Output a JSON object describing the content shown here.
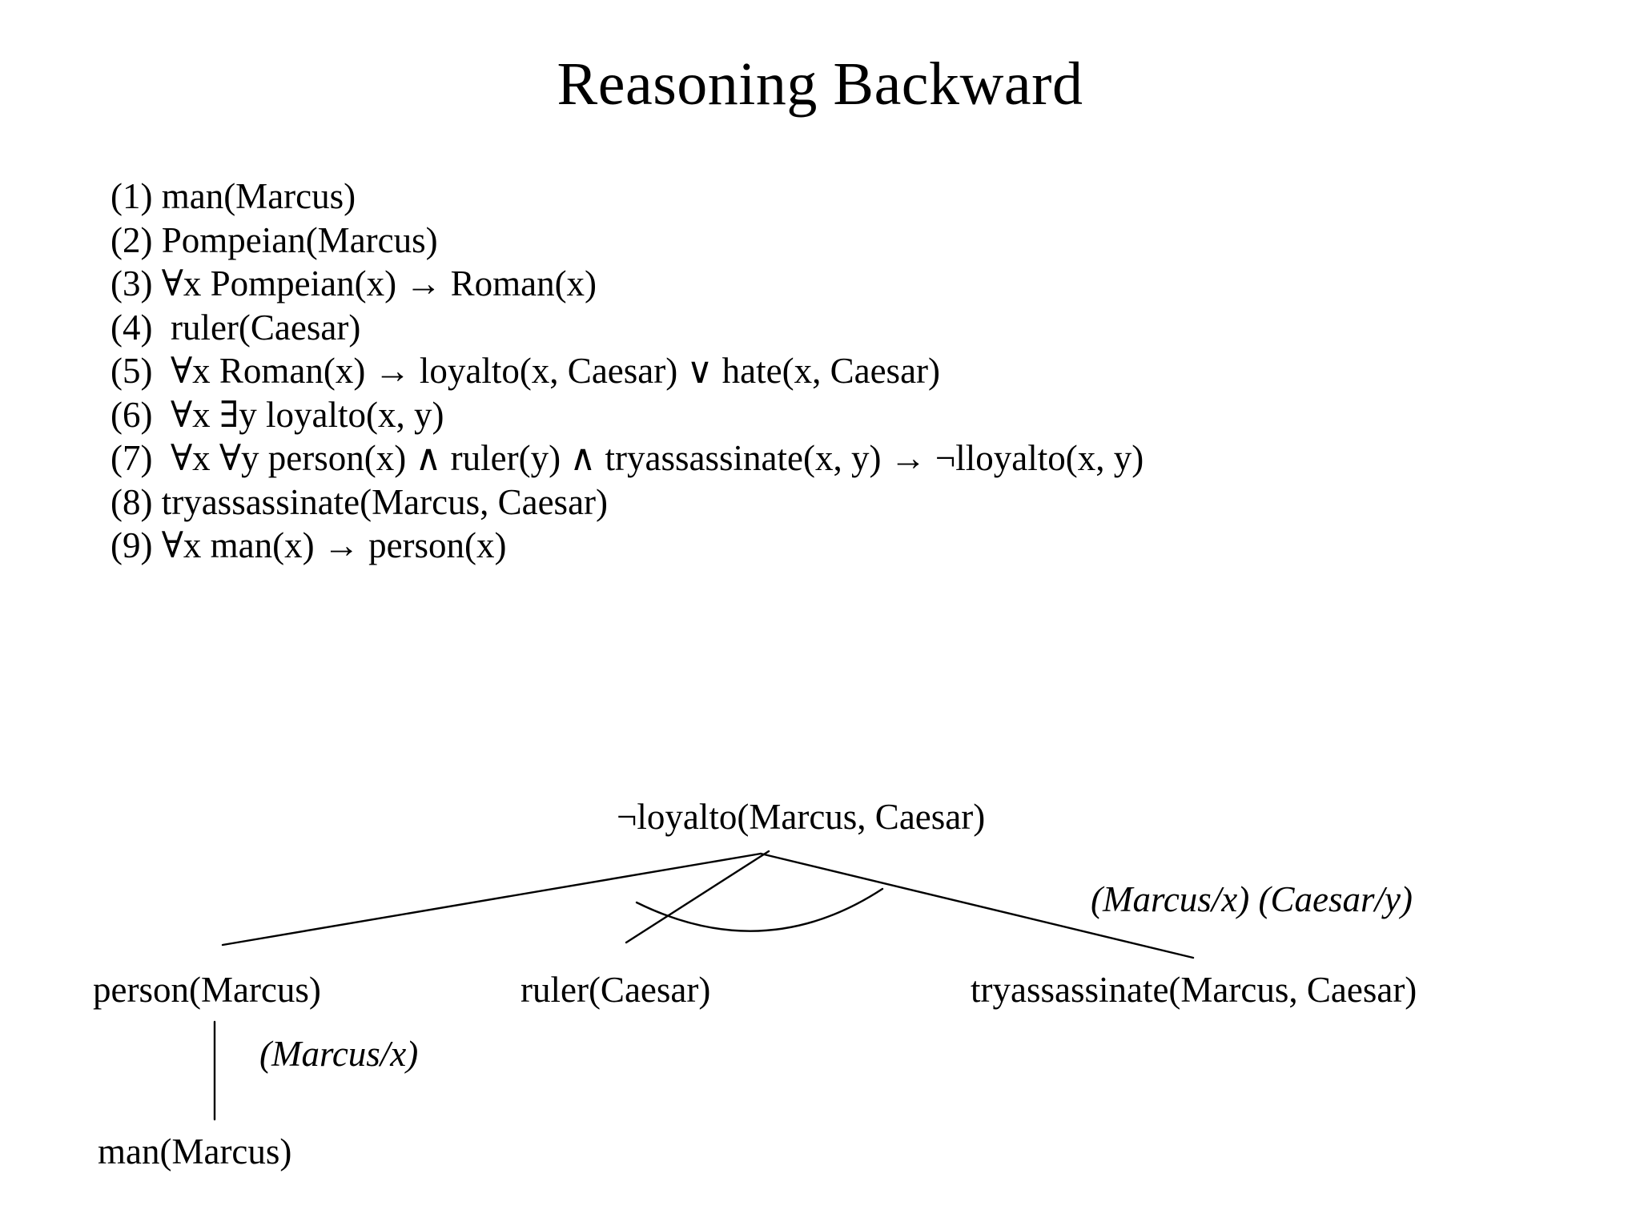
{
  "slide": {
    "title": "Reasoning Backward",
    "background_color": "#ffffff",
    "text_color": "#000000"
  },
  "knowledge_base": {
    "items": [
      "(1) man(Marcus)",
      "(2) Pompeian(Marcus)",
      "(3) ∀x Pompeian(x) → Roman(x)",
      "(4)  ruler(Caesar)",
      "(5)  ∀x Roman(x) → loyalto(x, Caesar) ∨ hate(x, Caesar)",
      "(6)  ∀x ∃y loyalto(x, y)",
      "(7)  ∀x ∀y person(x) ∧ ruler(y) ∧ tryassassinate(x, y) → ¬lloyalto(x, y)",
      "(8) tryassassinate(Marcus, Caesar)",
      "(9) ∀x man(x) → person(x)"
    ]
  },
  "proof_tree": {
    "root": "¬loyalto(Marcus, Caesar)",
    "root_substitution": "(Marcus/x) (Caesar/y)",
    "children": [
      "person(Marcus)",
      "ruler(Caesar)",
      "tryassassinate(Marcus, Caesar)"
    ],
    "person_child": "man(Marcus)",
    "person_substitution": "(Marcus/x)"
  }
}
